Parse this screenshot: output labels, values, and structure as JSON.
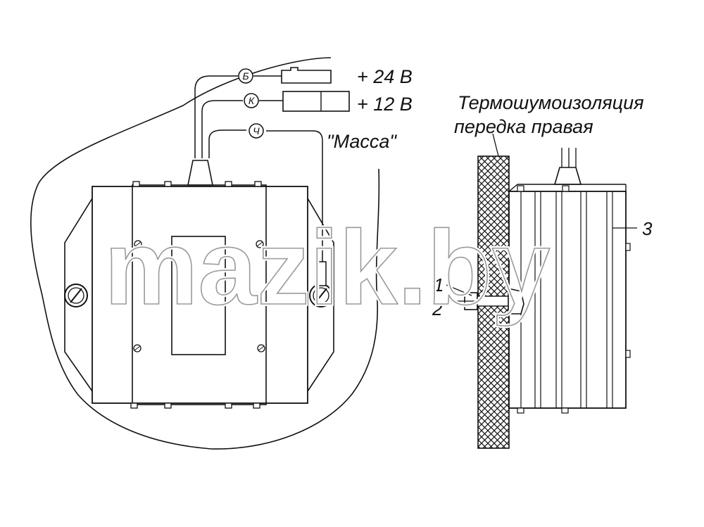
{
  "labels": {
    "v24": "+ 24 B",
    "v12": "+ 12 B",
    "ground": "\"Масса\"",
    "insulation_line1": "Термошумоизоляция",
    "insulation_line2": "передка правая",
    "callout_1": "1",
    "callout_2": "2",
    "callout_3": "3"
  },
  "terminals": {
    "b": "Б",
    "k": "К",
    "ch": "Ч"
  },
  "watermark": {
    "text": "mazik.by"
  }
}
